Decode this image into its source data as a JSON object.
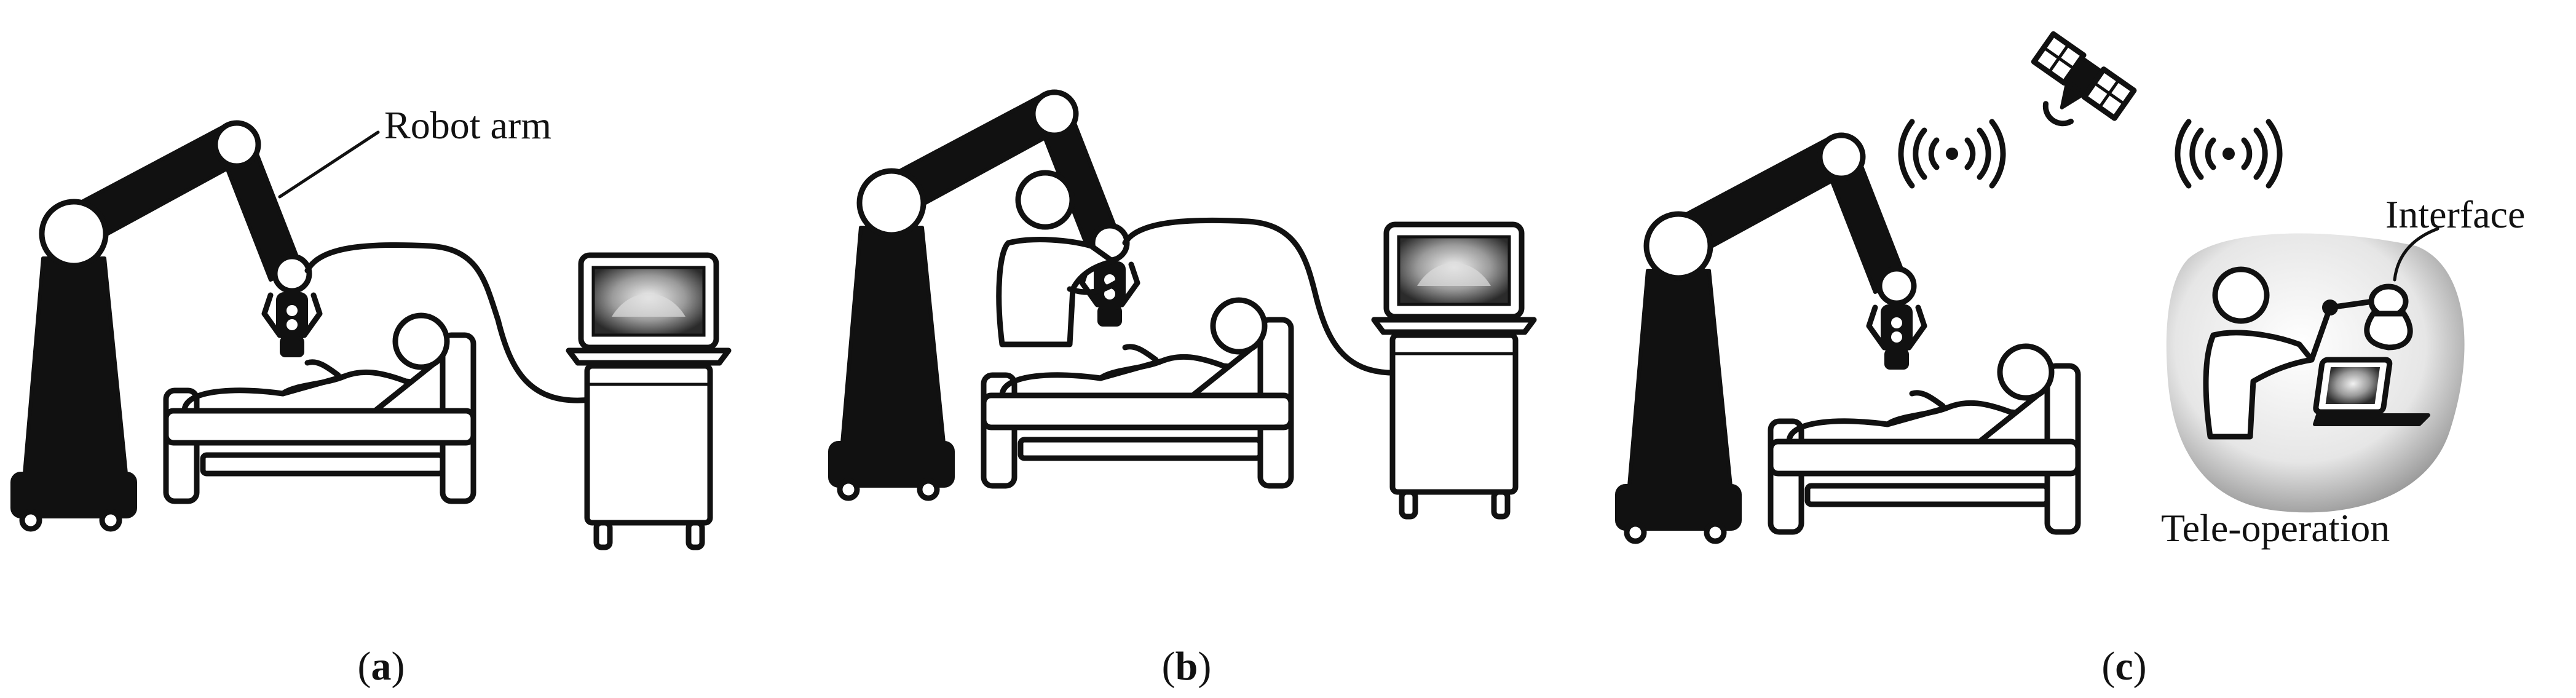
{
  "labels": {
    "robot_arm": "Robot arm",
    "interface": "Interface",
    "tele_operation": "Tele-operation"
  },
  "captions": {
    "a": {
      "open": "(",
      "letter": "a",
      "close": ")"
    },
    "b": {
      "open": "(",
      "letter": "b",
      "close": ")"
    },
    "c": {
      "open": "(",
      "letter": "c",
      "close": ")"
    }
  },
  "colors": {
    "ink": "#111111",
    "background": "#ffffff",
    "ultrasound_screen": "#2b2b2b",
    "tele_bubble": "#c9c9c9"
  },
  "icons": [
    "robot-arm",
    "hospital-bed",
    "patient",
    "ultrasound-probe",
    "ultrasound-cart",
    "laptop",
    "doctor",
    "satellite",
    "wireless-signal",
    "haptic-interface"
  ]
}
